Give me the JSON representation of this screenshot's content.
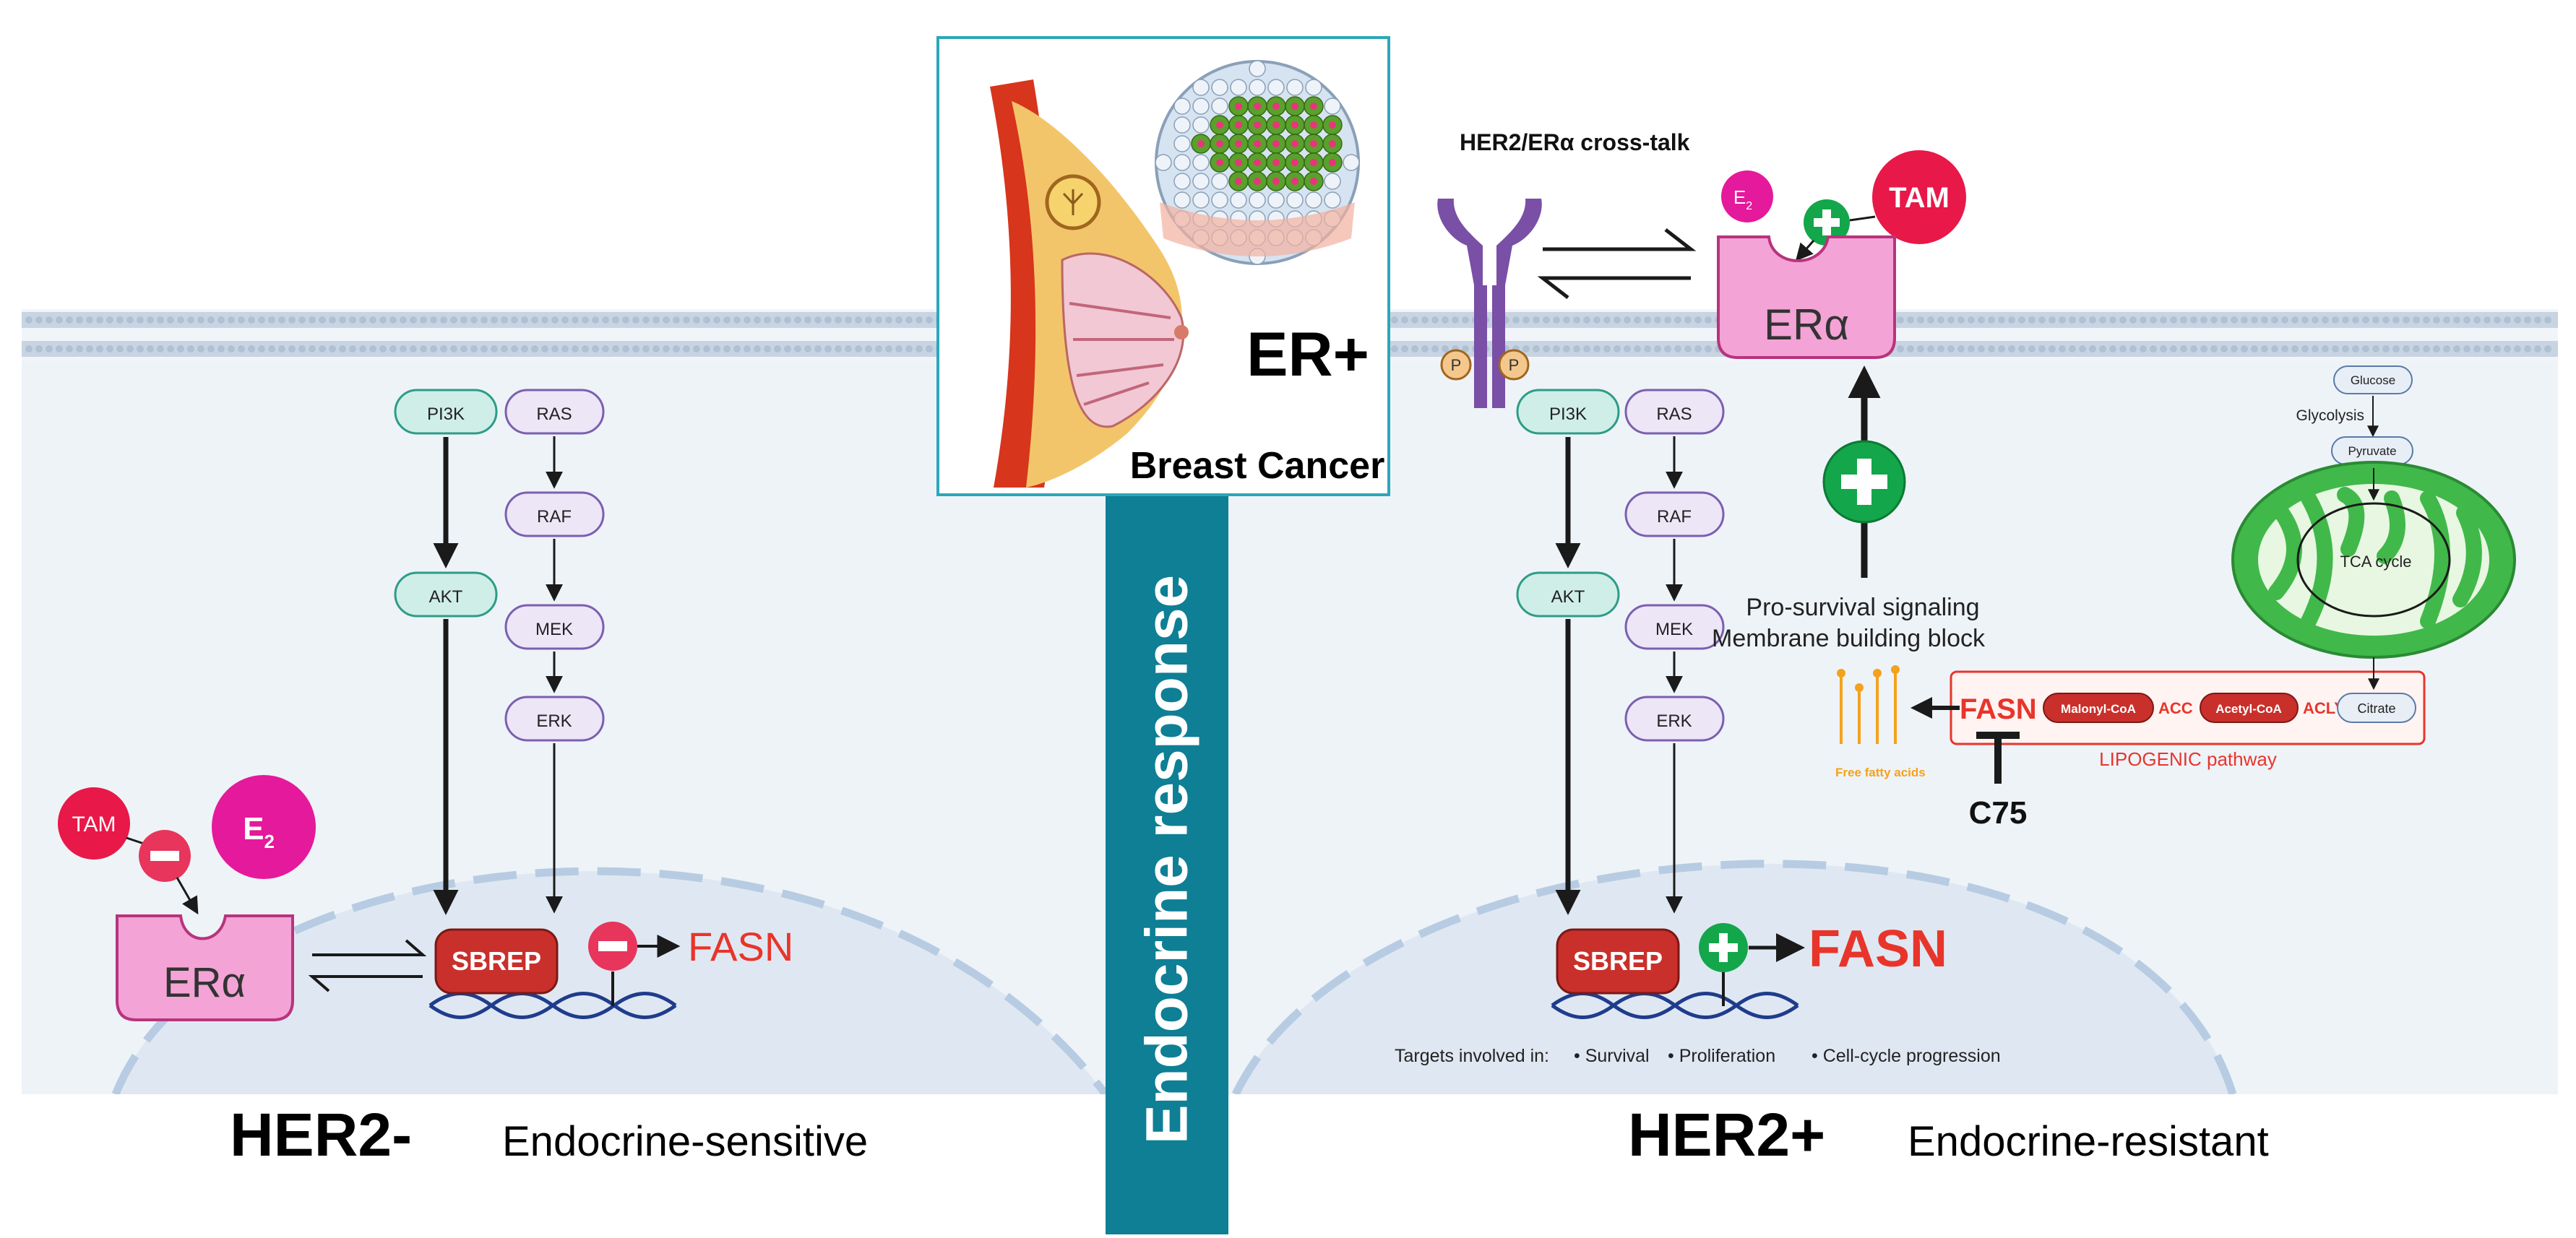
{
  "center": {
    "er_title": "ER+",
    "er_subtitle": "Breast Cancer",
    "vertical_label": "Endocrine response"
  },
  "left": {
    "title": "HER2-",
    "subtitle": "Endocrine-sensitive",
    "pi3k": "PI3K",
    "ras": "RAS",
    "raf": "RAF",
    "akt": "AKT",
    "mek": "MEK",
    "erk": "ERK",
    "tam": "TAM",
    "e2_base": "E",
    "e2_sub": "2",
    "era": "ERα",
    "sbrep": "SBREP",
    "fasn": "FASN"
  },
  "right": {
    "title": "HER2+",
    "subtitle": "Endocrine-resistant",
    "crosstalk": "HER2/ERα cross-talk",
    "p": "P",
    "pi3k": "PI3K",
    "ras": "RAS",
    "raf": "RAF",
    "akt": "AKT",
    "mek": "MEK",
    "erk": "ERK",
    "tam": "TAM",
    "e2_base": "E",
    "e2_sub": "2",
    "era": "ERα",
    "sbrep": "SBREP",
    "fasn": "FASN",
    "targets_prefix": "Targets involved in:",
    "target_1": "• Survival",
    "target_2": "• Proliferation",
    "target_3": "• Cell-cycle progression",
    "pro_survival": "Pro-survival signaling",
    "membrane": "Membrane building block",
    "free_fatty_acids": "Free fatty acids",
    "lipo_fasn": "FASN",
    "malonyl": "Malonyl-CoA",
    "acc": "ACC",
    "acetyl": "Acetyl-CoA",
    "acly": "ACLY",
    "citrate": "Citrate",
    "lipogenic": "LIPOGENIC pathway",
    "c75": "C75",
    "glucose": "Glucose",
    "glycolysis": "Glycolysis",
    "pyruvate": "Pyruvate",
    "tca": "TCA cycle"
  },
  "colors": {
    "membrane": "#c6d2e0",
    "cell_bg": "#eef3f8",
    "nucleus": "#dfe8f2",
    "teal_bar": "#0e7f95",
    "node_teal_fill": "#cfeee8",
    "node_purple_fill": "#ece6f7",
    "red": "#e8352b",
    "sbrep": "#c9302b",
    "pink": "#f4a3d6",
    "magenta": "#e5199b",
    "tam_red": "#e81848",
    "green": "#14a64a",
    "her2": "#7a4fa6",
    "mito": "#41b84a",
    "dna": "#1f3c8c"
  }
}
